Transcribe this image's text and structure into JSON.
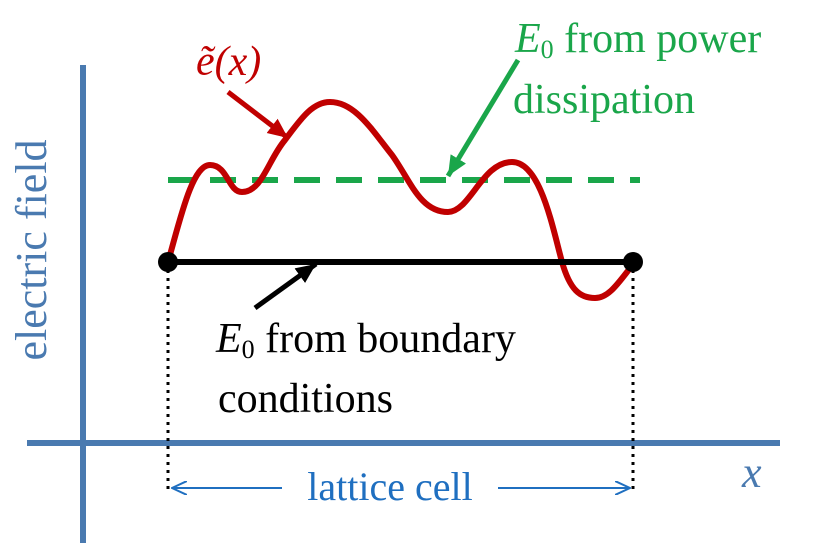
{
  "axes": {
    "y_label": "electric field",
    "x_label": "x",
    "color": "#4a7ab0"
  },
  "curve": {
    "label": "ẽ(x)",
    "color": "#c00000"
  },
  "dashed_line": {
    "label_symbol": "E",
    "label_sub": "0",
    "label_line1_rest": " from power",
    "label_line2": "dissipation",
    "color": "#1aa64a"
  },
  "solid_line": {
    "label_symbol": "E",
    "label_sub": "0",
    "label_line1_rest": " from boundary",
    "label_line2": "conditions",
    "color": "#000000"
  },
  "cell": {
    "label": "lattice cell",
    "color": "#1f6fc0"
  }
}
